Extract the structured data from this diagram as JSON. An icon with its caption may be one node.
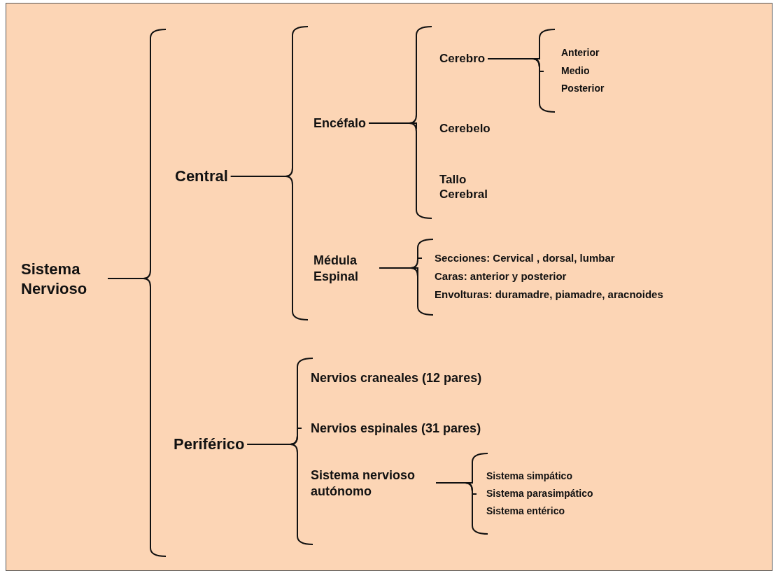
{
  "diagram": {
    "nodes": [
      {
        "text": [
          "Sistema Nervioso"
        ]
      },
      {
        "text": [
          "Central"
        ]
      },
      {
        "text": [
          "Periférico"
        ]
      },
      {
        "text": [
          "Encéfalo"
        ]
      },
      {
        "text": [
          "Médula Espinal"
        ]
      },
      {
        "text": [
          "Cerebro"
        ]
      },
      {
        "text": [
          "Cerebelo"
        ]
      },
      {
        "text": [
          "Tallo Cerebral"
        ]
      },
      {
        "text": [
          "Anterior"
        ]
      },
      {
        "text": [
          "Medio"
        ]
      },
      {
        "text": [
          "Posterior"
        ]
      },
      {
        "text": [
          "Secciones: Cervical , dorsal, lumbar"
        ]
      },
      {
        "text": [
          "Caras: anterior y posterior"
        ]
      },
      {
        "text": [
          "Envolturas: duramadre, piamadre, aracnoides"
        ]
      },
      {
        "text": [
          "Nervios craneales (12 pares)"
        ]
      },
      {
        "text": [
          "Nervios espinales (31 pares)"
        ]
      },
      {
        "text": [
          "Sistema nervioso autónomo"
        ]
      },
      {
        "text": [
          "Sistema simpático"
        ]
      },
      {
        "text": [
          "Sistema parasimpático"
        ]
      },
      {
        "text": [
          "Sistema entérico"
        ]
      }
    ],
    "edges": [
      {
        "from": 0,
        "to": 1,
        "arrow": "none"
      },
      {
        "from": 0,
        "to": 2,
        "arrow": "none"
      },
      {
        "from": 1,
        "to": 3,
        "arrow": "none"
      },
      {
        "from": 1,
        "to": 4,
        "arrow": "none"
      },
      {
        "from": 3,
        "to": 5,
        "arrow": "none"
      },
      {
        "from": 3,
        "to": 6,
        "arrow": "none"
      },
      {
        "from": 3,
        "to": 7,
        "arrow": "none"
      },
      {
        "from": 5,
        "to": 8,
        "arrow": "none"
      },
      {
        "from": 5,
        "to": 9,
        "arrow": "none"
      },
      {
        "from": 5,
        "to": 10,
        "arrow": "none"
      },
      {
        "from": 4,
        "to": 11,
        "arrow": "none"
      },
      {
        "from": 4,
        "to": 12,
        "arrow": "none"
      },
      {
        "from": 4,
        "to": 13,
        "arrow": "none"
      },
      {
        "from": 2,
        "to": 14,
        "arrow": "none"
      },
      {
        "from": 2,
        "to": 15,
        "arrow": "none"
      },
      {
        "from": 2,
        "to": 16,
        "arrow": "none"
      },
      {
        "from": 16,
        "to": 17,
        "arrow": "none"
      },
      {
        "from": 16,
        "to": 18,
        "arrow": "none"
      },
      {
        "from": 16,
        "to": 19,
        "arrow": "none"
      }
    ]
  }
}
